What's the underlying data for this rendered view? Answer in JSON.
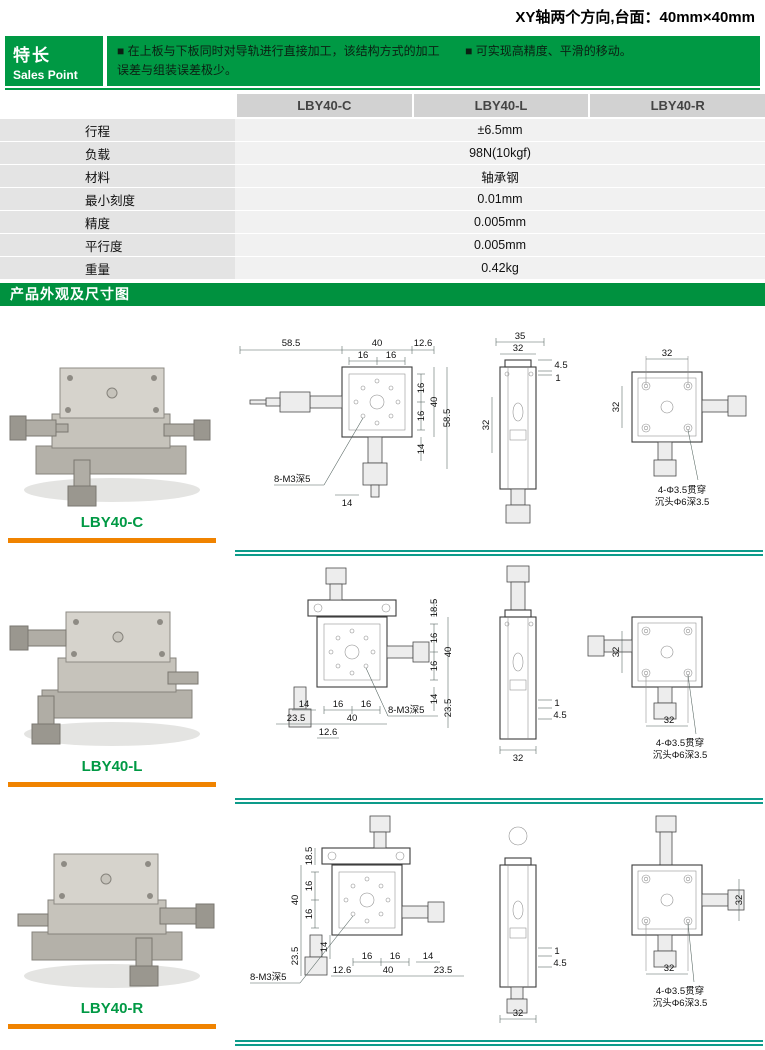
{
  "page": {
    "top_note": "XY轴两个方向,台面：40mm×40mm"
  },
  "sales_point": {
    "title_cn": "特长",
    "title_en": "Sales Point",
    "bullets": [
      "■ 在上板与下板同时对导轨进行直接加工，该结构方式的加工误差与组装误差极少。",
      "■ 可实现高精度、平滑的移动。"
    ]
  },
  "spec_table": {
    "columns": [
      "LBY40-C",
      "LBY40-L",
      "LBY40-R"
    ],
    "rows": [
      {
        "label": "行程",
        "value": "±6.5mm"
      },
      {
        "label": "负载",
        "value": "98N(10kgf)"
      },
      {
        "label": "材料",
        "value": "轴承钢"
      },
      {
        "label": "最小刻度",
        "value": "0.01mm"
      },
      {
        "label": "精度",
        "value": "0.005mm"
      },
      {
        "label": "平行度",
        "value": "0.005mm"
      },
      {
        "label": "重量",
        "value": "0.42kg"
      }
    ]
  },
  "section_header": "产品外观及尺寸图",
  "colors": {
    "green": "#009944",
    "orange": "#f08300",
    "teal": "#0d9b8a"
  },
  "products": [
    {
      "name": "LBY40-C",
      "drawing": {
        "front": {
          "top1": "58.5",
          "top2": "40",
          "top3": "12.6",
          "t16a": "16",
          "t16b": "16",
          "r16a": "16",
          "r16b": "16",
          "r40": "40",
          "r14": "14",
          "r585": "58.5",
          "note": "8-M3深5",
          "b14": "14"
        },
        "side": {
          "t35": "35",
          "t32": "32",
          "r45": "4.5",
          "r1": "1",
          "l32": "32"
        },
        "rear": {
          "t32": "32",
          "l32": "32",
          "note1": "4-Φ3.5贯穿",
          "note2": "沉头Φ6深3.5"
        }
      }
    },
    {
      "name": "LBY40-L",
      "drawing": {
        "front": {
          "r185": "18.5",
          "r16a": "16",
          "r16b": "16",
          "r40": "40",
          "r14": "14",
          "r235": "23.5",
          "b14": "14",
          "b16a": "16",
          "b16b": "16",
          "b235": "23.5",
          "b40": "40",
          "b126": "12.6",
          "note": "8-M3深5"
        },
        "side": {
          "r1": "1",
          "r45": "4.5",
          "b32": "32"
        },
        "rear": {
          "l32": "32",
          "b32": "32",
          "note1": "4-Φ3.5贯穿",
          "note2": "沉头Φ6深3.5"
        }
      }
    },
    {
      "name": "LBY40-R",
      "drawing": {
        "front": {
          "l185": "18.5",
          "l40": "40",
          "l16a": "16",
          "l16b": "16",
          "l14": "14",
          "l235": "23.5",
          "note": "8-M3深5",
          "b16a": "16",
          "b16b": "16",
          "b14": "14",
          "b126": "12.6",
          "b40": "40",
          "b235": "23.5"
        },
        "side": {
          "r1": "1",
          "r45": "4.5",
          "b32": "32"
        },
        "rear": {
          "r32": "32",
          "b32": "32",
          "note1": "4-Φ3.5贯穿",
          "note2": "沉头Φ6深3.5"
        }
      }
    }
  ]
}
